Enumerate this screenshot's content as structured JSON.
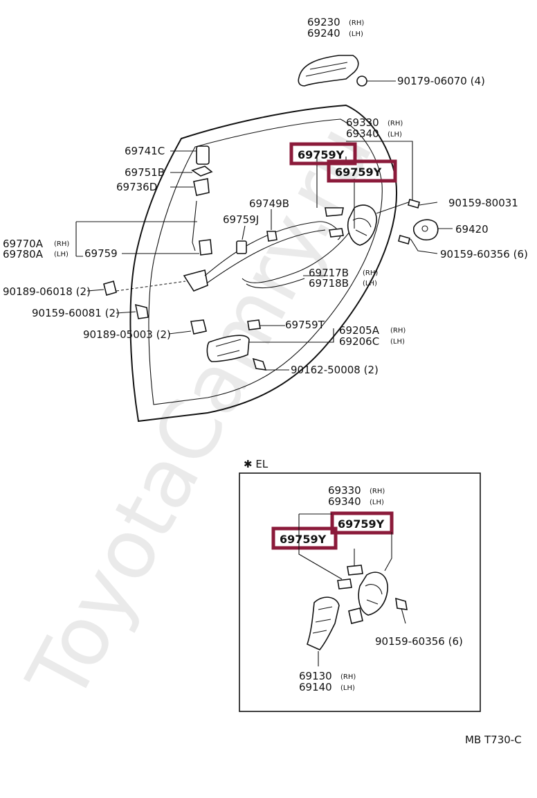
{
  "diagram_code": "MB  T730-C",
  "watermark": "ToyotaCamry.ru",
  "highlight_color": "#8b1a3a",
  "inset": {
    "title": "✱ EL"
  },
  "labels": {
    "handle_rh": "69230",
    "handle_rh_suffix": "(RH)",
    "handle_lh": "69240",
    "handle_lh_suffix": "(LH)",
    "bolt_90179": "90179-06070 (4)",
    "lock_rh": "69330",
    "lock_rh_suffix": "(RH)",
    "lock_lh": "69340",
    "lock_lh_suffix": "(LH)",
    "clip_y_1": "69759Y",
    "clip_y_2": "69759Y",
    "knob": "69741C",
    "bush": "69751B",
    "guide": "69736D",
    "clip_b": "69749B",
    "clip_j": "69759J",
    "rod_rh": "69770A",
    "rod_rh_suffix": "(RH)",
    "rod_lh": "69780A",
    "rod_lh_suffix": "(LH)",
    "clip_69759": "69759",
    "screw_80031": "90159-80031",
    "striker": "69420",
    "screw_60356": "90159-60356 (6)",
    "cable_rh": "69717B",
    "cable_rh_suffix": "(RH)",
    "cable_lh": "69718B",
    "cable_lh_suffix": "(LH)",
    "clip_06018": "90189-06018 (2)",
    "screw_60081": "90159-60081 (2)",
    "clip_t": "69759T",
    "inner_rh": "69205A",
    "inner_rh_suffix": "(RH)",
    "inner_lh": "69206C",
    "inner_lh_suffix": "(LH)",
    "clip_05003": "90189-05003 (2)",
    "screw_50008": "90162-50008 (2)",
    "inset_lock_rh": "69330",
    "inset_lock_rh_suffix": "(RH)",
    "inset_lock_lh": "69340",
    "inset_lock_lh_suffix": "(LH)",
    "inset_clip_y_1": "69759Y",
    "inset_clip_y_2": "69759Y",
    "inset_screw_60356": "90159-60356 (6)",
    "actuator_rh": "69130",
    "actuator_rh_suffix": "(RH)",
    "actuator_lh": "69140",
    "actuator_lh_suffix": "(LH)"
  }
}
